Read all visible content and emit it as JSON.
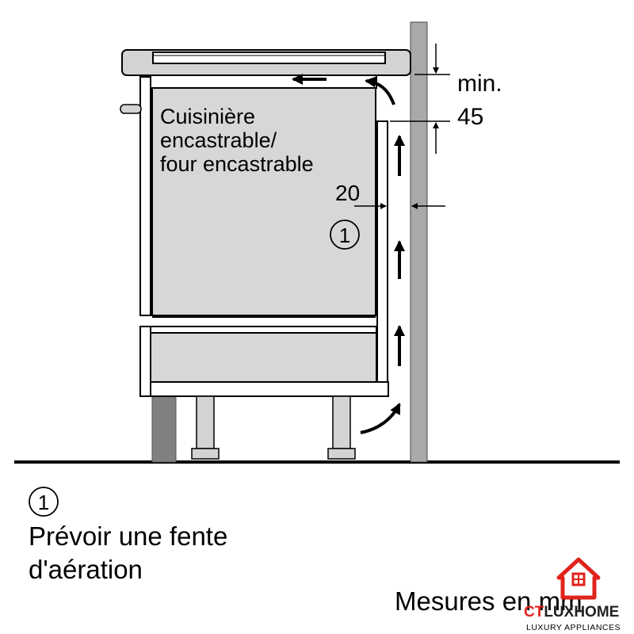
{
  "diagram": {
    "appliance_label": [
      "Cuisinière",
      "encastrable/",
      "four encastrable"
    ],
    "dim_min_label": "min.",
    "dim_min_value": "45",
    "dim_gap_value": "20",
    "callout_number": "1"
  },
  "legend": {
    "number": "1",
    "line1": "Prévoir une fente",
    "line2": "d'aération"
  },
  "units_note": "Mesures en mm",
  "logo": {
    "brand_ct": "CT",
    "brand_rest": "LUXHOME",
    "tagline": "LUXURY APPLIANCES",
    "accent_color": "#e0231c"
  }
}
